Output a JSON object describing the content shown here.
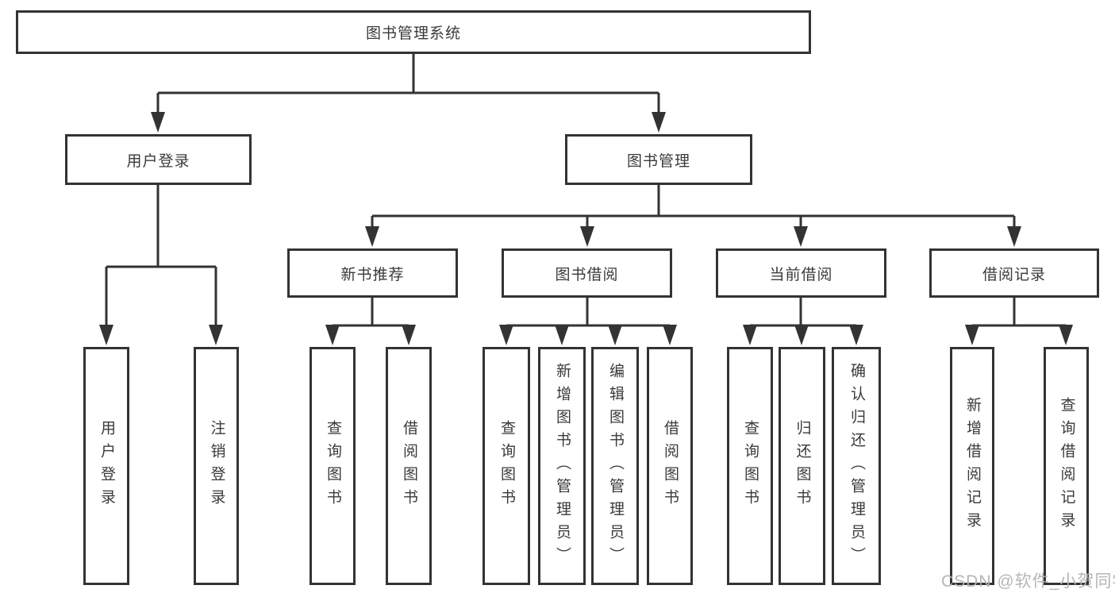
{
  "diagram": {
    "root": {
      "label": "图书管理系统"
    },
    "branches": [
      {
        "label": "用户登录",
        "leaves": [
          {
            "label": "用户登录"
          },
          {
            "label": "注销登录"
          }
        ]
      },
      {
        "label": "图书管理",
        "groups": [
          {
            "label": "新书推荐",
            "leaves": [
              {
                "label": "查询图书"
              },
              {
                "label": "借阅图书"
              }
            ]
          },
          {
            "label": "图书借阅",
            "leaves": [
              {
                "label": "查询图书"
              },
              {
                "label": "新增图书（管理员）"
              },
              {
                "label": "编辑图书（管理员）"
              },
              {
                "label": "借阅图书"
              }
            ]
          },
          {
            "label": "当前借阅",
            "leaves": [
              {
                "label": "查询图书"
              },
              {
                "label": "归还图书"
              },
              {
                "label": "确认归还（管理员）"
              }
            ]
          },
          {
            "label": "借阅记录",
            "leaves": [
              {
                "label": "新增借阅记录"
              },
              {
                "label": "查询借阅记录"
              }
            ]
          }
        ]
      }
    ]
  },
  "watermark": {
    "text": "CSDN @软件_小贺同学"
  },
  "colors": {
    "line": "#333333",
    "node_border": "#333333",
    "node_fill": "#ffffff",
    "text": "#3a3a3a",
    "watermark": "#b2b2b2",
    "background": "#ffffff"
  }
}
